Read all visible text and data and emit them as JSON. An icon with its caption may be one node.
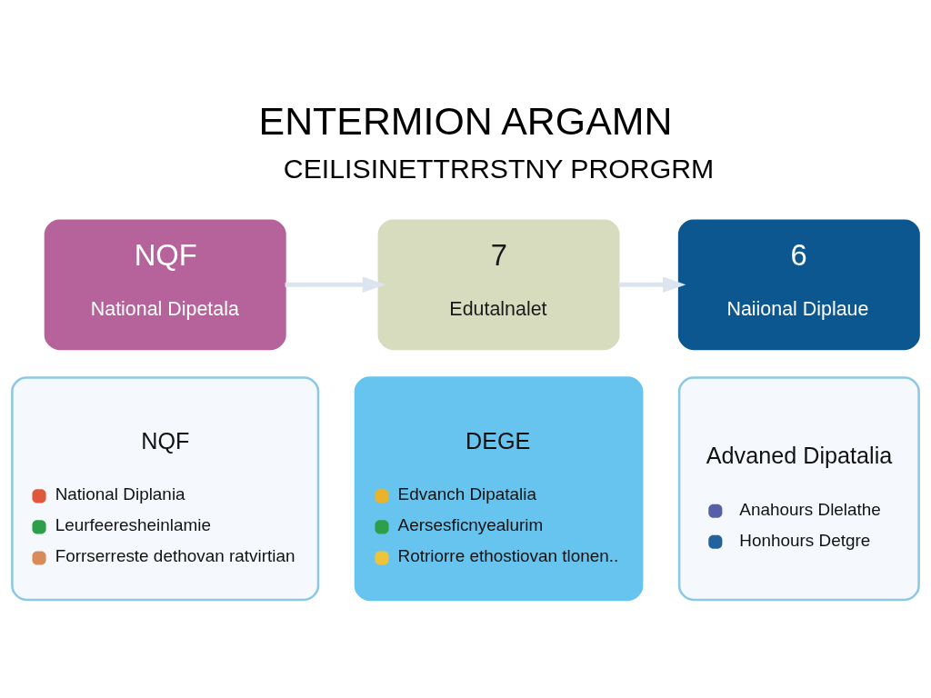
{
  "diagram": {
    "title": "ENTERMION ARGAMN",
    "nodes": [
      {
        "text": [
          "NQF",
          "National Dipetala"
        ]
      },
      {
        "text": [
          "7",
          "Edutalnalet"
        ]
      },
      {
        "text": [
          "6",
          "Naiional Diplaue"
        ]
      },
      {
        "text": [
          "NQF",
          "National Diplania",
          "Leurfeeresheinlamie",
          "Forrserreste dethovan ratvirtian"
        ]
      },
      {
        "text": [
          "DEGE",
          "Edvanch Dipatalia",
          "Aersesficnyealurim",
          "Rotriorre ethostiovan tlonen.."
        ]
      },
      {
        "text": [
          "Advaned Dipatalia",
          "Anahours Dlelathe",
          "Honhours Detgre"
        ]
      }
    ],
    "edges": [
      {
        "from": 0,
        "to": 1,
        "arrow": "to",
        "color": "#dce4f0"
      },
      {
        "from": 1,
        "to": 2,
        "arrow": "to",
        "color": "#dce4f0"
      }
    ],
    "labels": [
      "CEILISINETTRRSTNY PRORGRM"
    ]
  }
}
